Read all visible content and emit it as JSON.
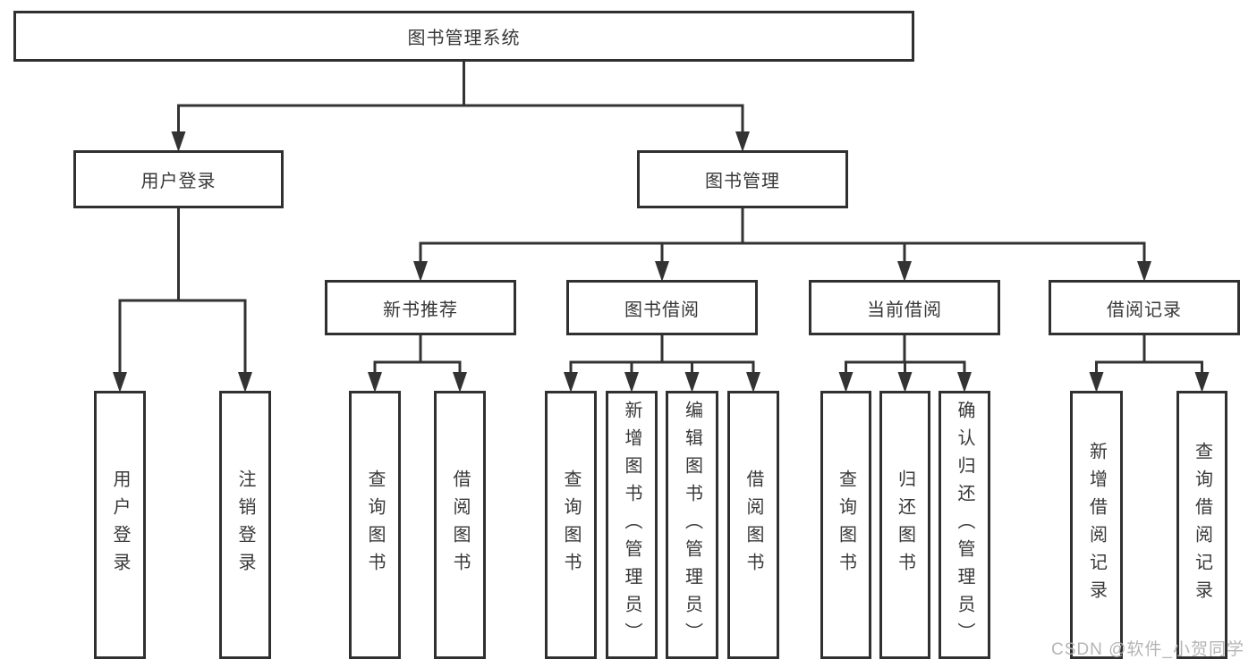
{
  "diagram": {
    "title": "图书管理系统",
    "nodes": [
      {
        "id": "root",
        "label": "图书管理系统",
        "parent": null,
        "text_direction": "horizontal"
      },
      {
        "id": "login",
        "label": "用户登录",
        "parent": "root",
        "text_direction": "horizontal"
      },
      {
        "id": "mgmt",
        "label": "图书管理",
        "parent": "root",
        "text_direction": "horizontal"
      },
      {
        "id": "new-book",
        "label": "新书推荐",
        "parent": "mgmt",
        "text_direction": "horizontal"
      },
      {
        "id": "borrow",
        "label": "图书借阅",
        "parent": "mgmt",
        "text_direction": "horizontal"
      },
      {
        "id": "current",
        "label": "当前借阅",
        "parent": "mgmt",
        "text_direction": "horizontal"
      },
      {
        "id": "records",
        "label": "借阅记录",
        "parent": "mgmt",
        "text_direction": "horizontal"
      },
      {
        "id": "login-user",
        "label": "用户登录",
        "parent": "login",
        "text_direction": "vertical"
      },
      {
        "id": "login-out",
        "label": "注销登录",
        "parent": "login",
        "text_direction": "vertical"
      },
      {
        "id": "nb-query",
        "label": "查询图书",
        "parent": "new-book",
        "text_direction": "vertical"
      },
      {
        "id": "nb-borrow",
        "label": "借阅图书",
        "parent": "new-book",
        "text_direction": "vertical"
      },
      {
        "id": "bw-query",
        "label": "查询图书",
        "parent": "borrow",
        "text_direction": "vertical"
      },
      {
        "id": "bw-add",
        "label": "新增图书（管理员）",
        "parent": "borrow",
        "text_direction": "vertical"
      },
      {
        "id": "bw-edit",
        "label": "编辑图书（管理员）",
        "parent": "borrow",
        "text_direction": "vertical"
      },
      {
        "id": "bw-borrow",
        "label": "借阅图书",
        "parent": "borrow",
        "text_direction": "vertical"
      },
      {
        "id": "cur-query",
        "label": "查询图书",
        "parent": "current",
        "text_direction": "vertical"
      },
      {
        "id": "cur-return",
        "label": "归还图书",
        "parent": "current",
        "text_direction": "vertical"
      },
      {
        "id": "cur-confirm",
        "label": "确认归还（管理员）",
        "parent": "current",
        "text_direction": "vertical"
      },
      {
        "id": "rec-add",
        "label": "新增借阅记录",
        "parent": "records",
        "text_direction": "vertical"
      },
      {
        "id": "rec-query",
        "label": "查询借阅记录",
        "parent": "records",
        "text_direction": "vertical"
      }
    ]
  },
  "watermark": {
    "text": "CSDN @软件_小贺同学"
  },
  "colors": {
    "line": "#333333",
    "border": "#303030",
    "text": "#383838",
    "watermark": "#b5b5b5",
    "background": "#ffffff"
  }
}
